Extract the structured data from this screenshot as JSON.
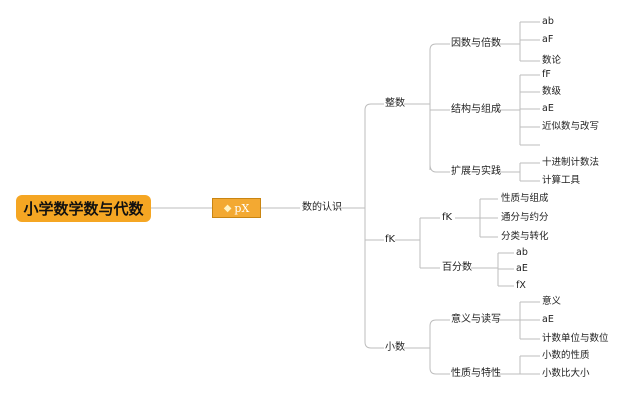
{
  "map": {
    "root": "小学数学数与代数",
    "center": {
      "icon": "gem-icon",
      "label": "pX"
    },
    "level1": "数的认识",
    "integer": {
      "label": "整数",
      "factor": {
        "label": "因数与倍数",
        "items": [
          "ab",
          "aF",
          "数论"
        ]
      },
      "structure": {
        "label": "结构与组成",
        "items": [
          "fF",
          "数级",
          "aE",
          "近似数与改写"
        ]
      },
      "extend": {
        "label": "扩展与实践",
        "items": [
          "十进制计数法",
          "计算工具"
        ]
      }
    },
    "fraction": {
      "label": "fK",
      "fk": {
        "label": "fK",
        "items": [
          "性质与组成",
          "通分与约分",
          "分类与转化"
        ]
      },
      "percent": {
        "label": "百分数",
        "items": [
          "ab",
          "aE",
          "fX"
        ]
      }
    },
    "decimal": {
      "label": "小数",
      "meaning": {
        "label": "意义与读写",
        "items": [
          "意义",
          "aE",
          "计数单位与数位"
        ]
      },
      "property": {
        "label": "性质与特性",
        "items": [
          "小数的性质",
          "小数比大小"
        ]
      }
    }
  }
}
